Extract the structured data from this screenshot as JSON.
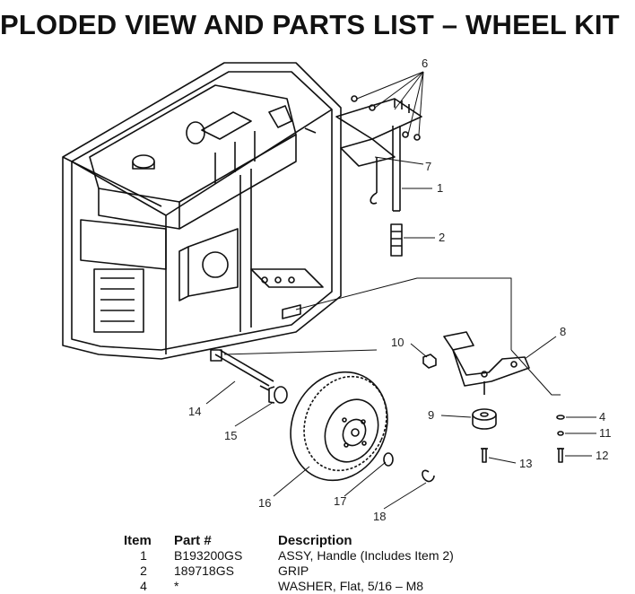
{
  "title": "PLODED VIEW AND PARTS LIST – WHEEL KIT",
  "callouts": [
    "6",
    "7",
    "1",
    "2",
    "8",
    "10",
    "4",
    "11",
    "12",
    "9",
    "13",
    "14",
    "15",
    "16",
    "17",
    "18"
  ],
  "parts_list": {
    "headers": {
      "item": "Item",
      "part": "Part #",
      "description": "Description"
    },
    "rows": [
      {
        "item": "1",
        "part": "B193200GS",
        "description": "ASSY, Handle (Includes Item 2)"
      },
      {
        "item": "2",
        "part": "189718GS",
        "description": "GRIP"
      },
      {
        "item": "4",
        "part": "*",
        "description": "WASHER, Flat, 5/16 – M8"
      }
    ]
  }
}
